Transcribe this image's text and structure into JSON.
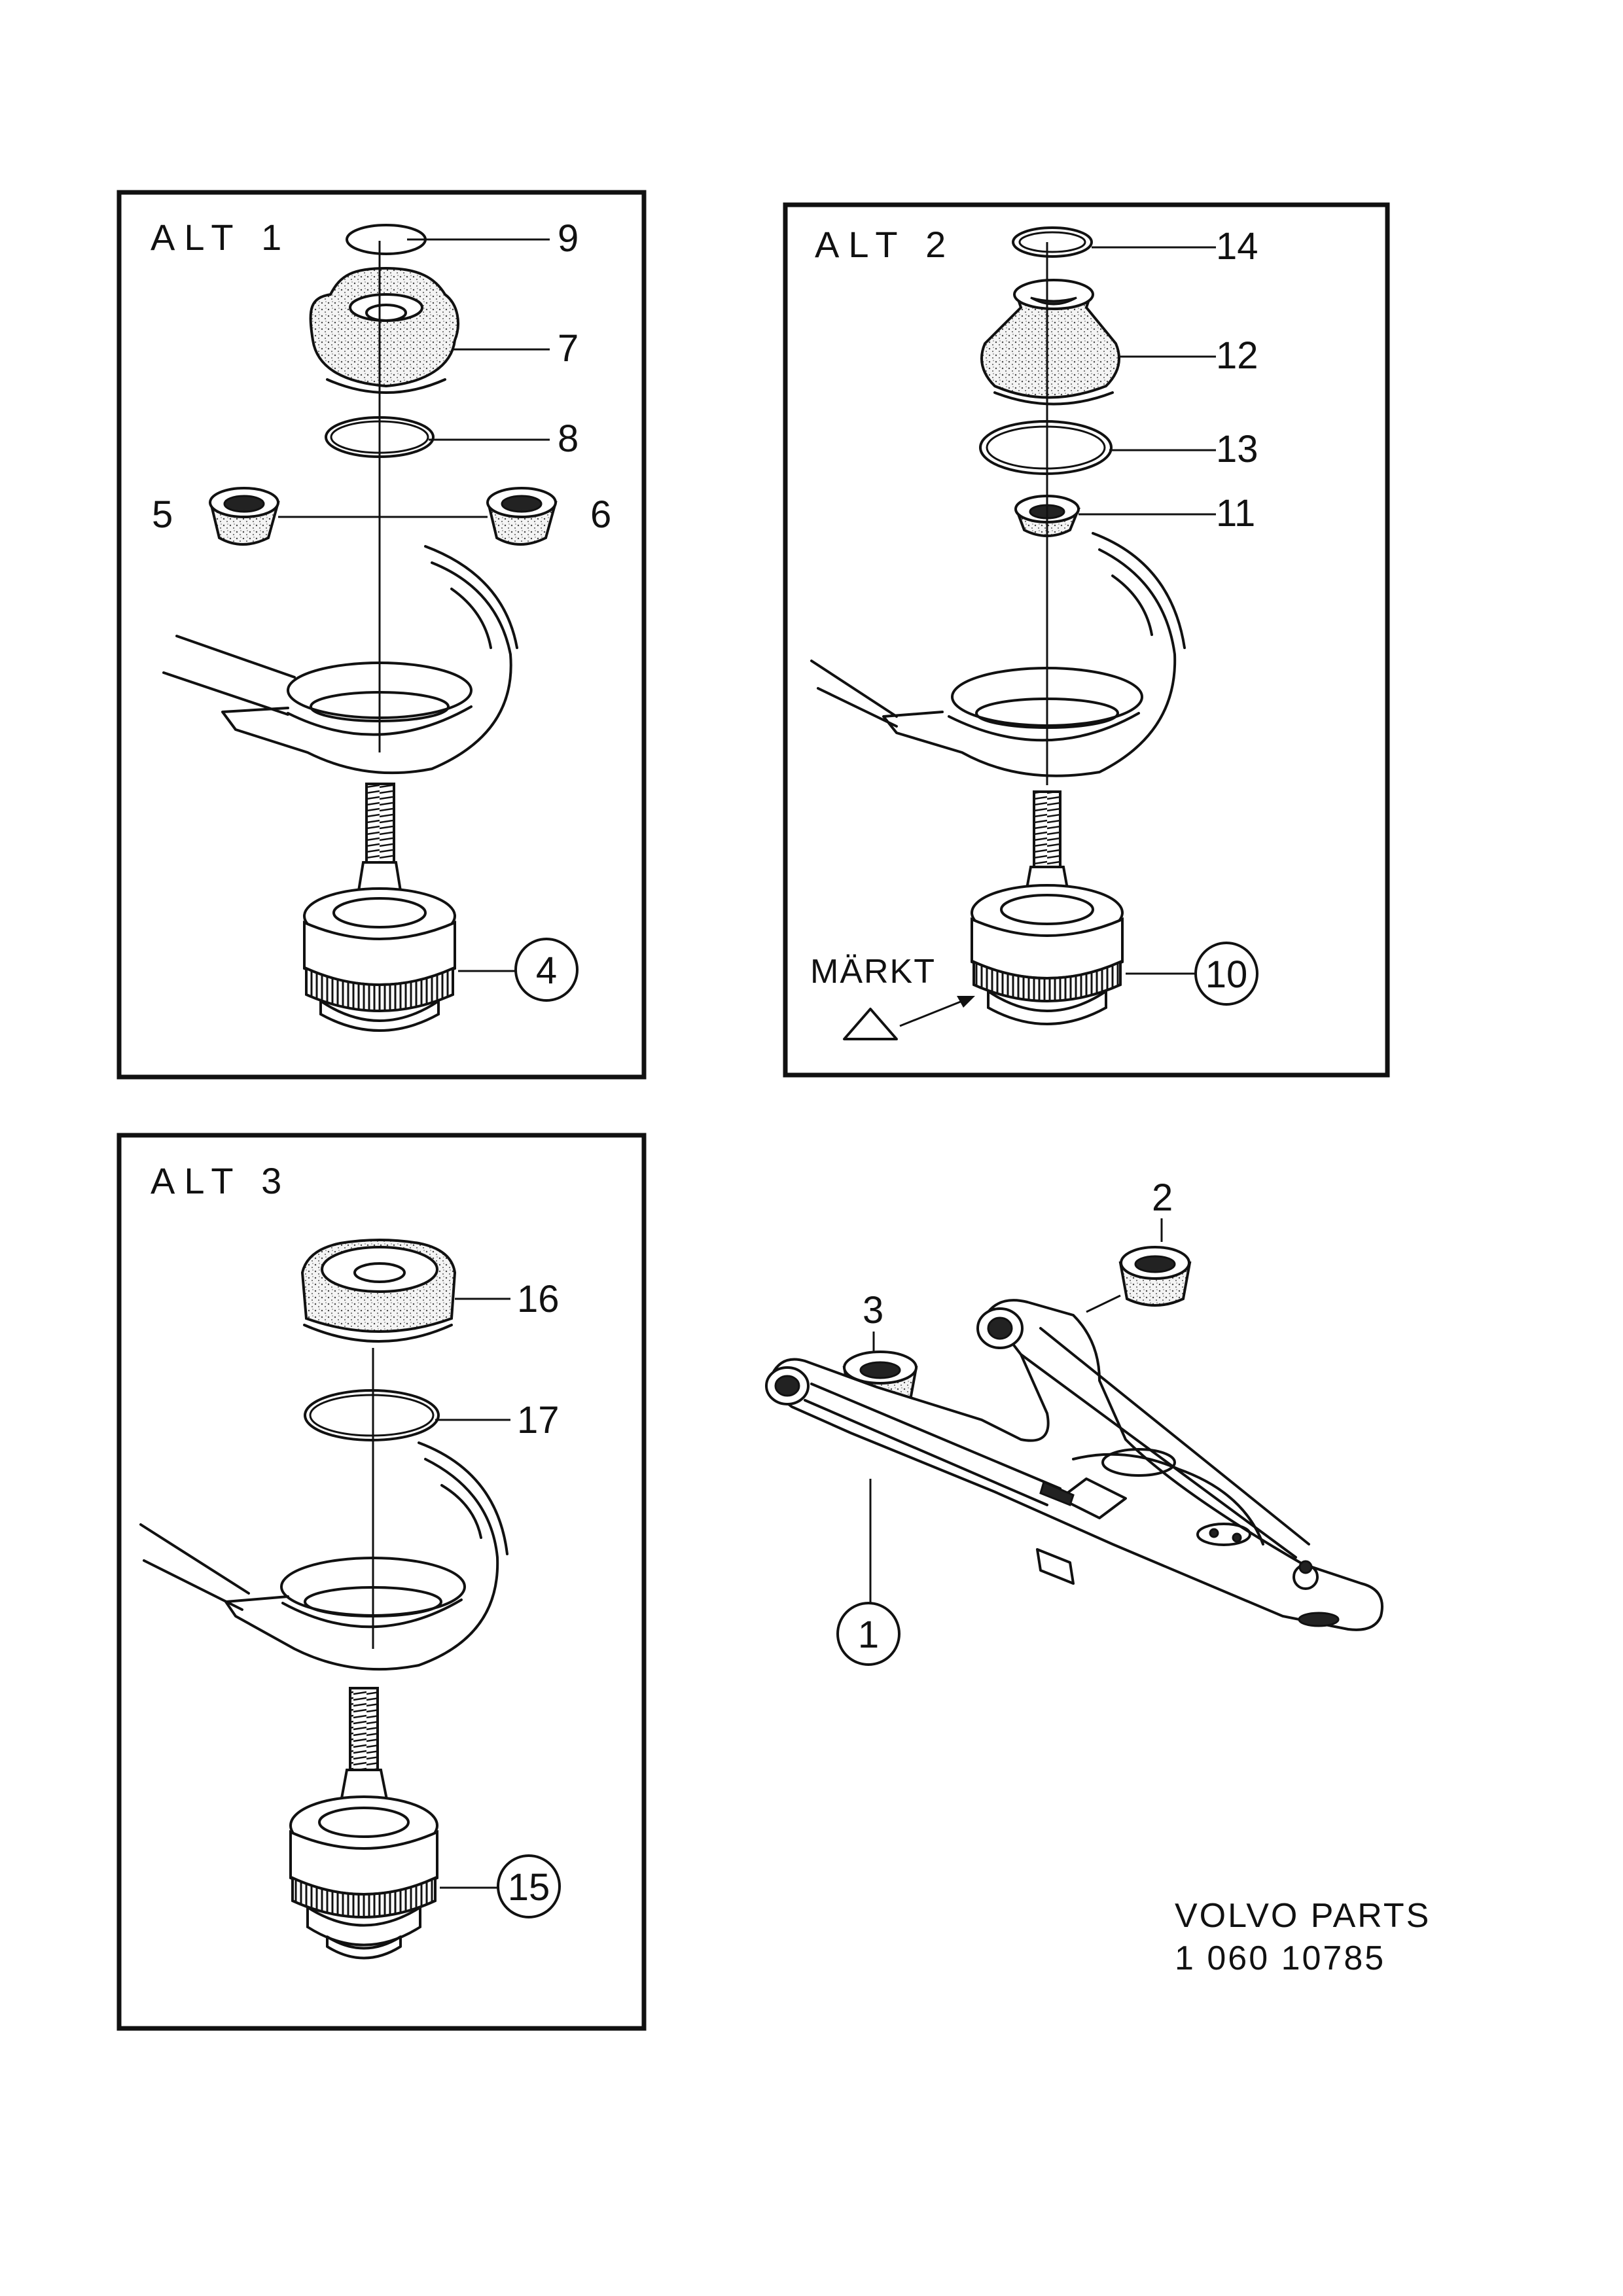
{
  "panels": {
    "alt1": {
      "title": "ALT 1",
      "callouts": [
        "9",
        "7",
        "8",
        "5",
        "6",
        "4"
      ]
    },
    "alt2": {
      "title": "ALT 2",
      "callouts": [
        "14",
        "12",
        "13",
        "11",
        "10"
      ],
      "mark_label": "MÄRKT"
    },
    "alt3": {
      "title": "ALT 3",
      "callouts": [
        "16",
        "17",
        "15"
      ]
    }
  },
  "assembly": {
    "callouts": [
      "2",
      "3",
      "1"
    ]
  },
  "footer": {
    "line1": "VOLVO PARTS",
    "line2": "1 060 10785"
  },
  "icons": [
    "triangle-mark-icon"
  ]
}
